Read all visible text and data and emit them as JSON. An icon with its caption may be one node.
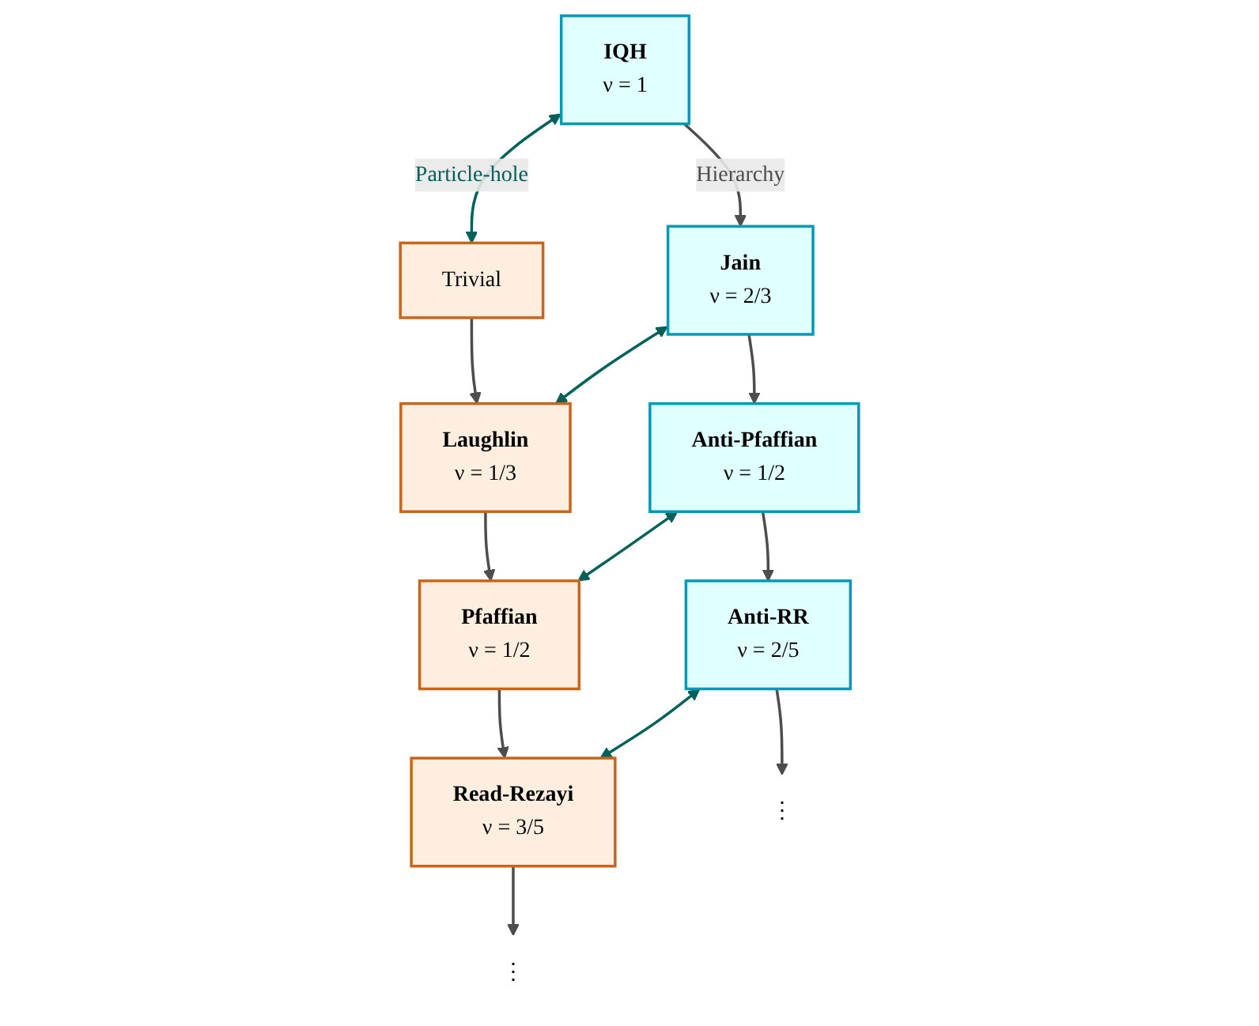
{
  "diagram": {
    "nodes": [
      {
        "text": [
          "IQH",
          "ν = 1"
        ]
      },
      {
        "text": [
          "Trivial"
        ]
      },
      {
        "text": [
          "Jain",
          "ν = 2/3"
        ]
      },
      {
        "text": [
          "Laughlin",
          "ν = 1/3"
        ]
      },
      {
        "text": [
          "Anti-Pfaffian",
          "ν = 1/2"
        ]
      },
      {
        "text": [
          "Pfaffian",
          "ν = 1/2"
        ]
      },
      {
        "text": [
          "Anti-RR",
          "ν = 2/5"
        ]
      },
      {
        "text": [
          "Read-Rezayi",
          "ν = 3/5"
        ]
      },
      {
        "text": [
          "⋮"
        ]
      },
      {
        "text": [
          "⋮"
        ]
      }
    ],
    "edges": [
      {
        "from": 0,
        "to": 1,
        "arrow": "both",
        "label": "Particle-hole",
        "color": "#00605a"
      },
      {
        "from": 0,
        "to": 2,
        "arrow": "to",
        "label": "Hierarchy"
      },
      {
        "from": 1,
        "to": 3,
        "arrow": "to"
      },
      {
        "from": 2,
        "to": 3,
        "arrow": "both",
        "color": "#00605a"
      },
      {
        "from": 2,
        "to": 4,
        "arrow": "to"
      },
      {
        "from": 3,
        "to": 5,
        "arrow": "to"
      },
      {
        "from": 4,
        "to": 5,
        "arrow": "both",
        "color": "#00605a"
      },
      {
        "from": 4,
        "to": 6,
        "arrow": "to"
      },
      {
        "from": 5,
        "to": 7,
        "arrow": "to"
      },
      {
        "from": 6,
        "to": 7,
        "arrow": "both",
        "color": "#00605a"
      },
      {
        "from": 6,
        "to": 8,
        "arrow": "to"
      },
      {
        "from": 7,
        "to": 9,
        "arrow": "to"
      }
    ]
  }
}
